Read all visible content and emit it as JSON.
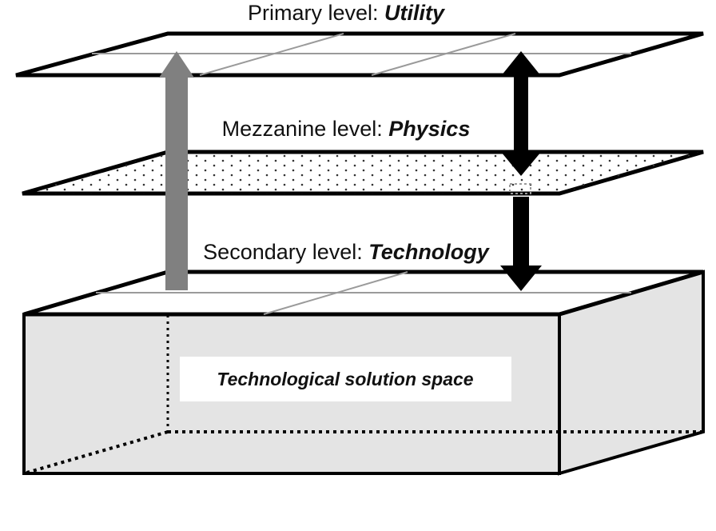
{
  "levels": {
    "primary": {
      "prefix": "Primary level: ",
      "name": "Utility"
    },
    "mezzanine": {
      "prefix": "Mezzanine level: ",
      "name": "Physics"
    },
    "secondary": {
      "prefix": "Secondary level: ",
      "name": "Technology"
    }
  },
  "space": {
    "label": "Technological solution space"
  },
  "colors": {
    "outline": "#000000",
    "plane_fill": "#ffffff",
    "grid_line": "#9a9a9a",
    "box_face": "#e4e4e4",
    "box_floor": "#7a7a7a",
    "gray_arrow": "#808080",
    "black_arrow": "#000000",
    "dots": "#333333"
  }
}
